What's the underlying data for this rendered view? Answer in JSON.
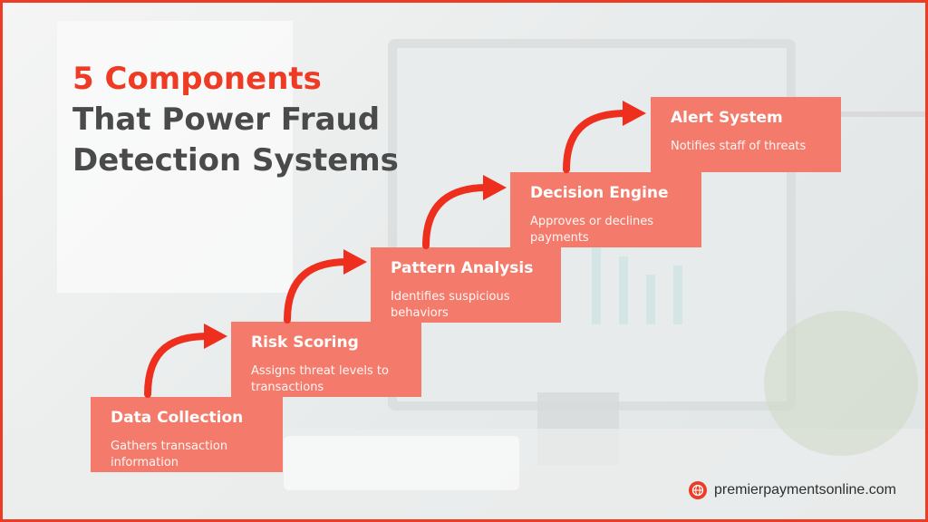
{
  "title": {
    "line1": "5 Components",
    "line2": "That Power Fraud",
    "line3": "Detection Systems"
  },
  "steps": [
    {
      "title": "Data Collection",
      "description": "Gathers transaction information"
    },
    {
      "title": "Risk Scoring",
      "description": "Assigns threat levels to transactions"
    },
    {
      "title": "Pattern Analysis",
      "description": "Identifies suspicious behaviors"
    },
    {
      "title": "Decision Engine",
      "description": "Approves or declines payments"
    },
    {
      "title": "Alert System",
      "description": "Notifies staff of threats"
    }
  ],
  "footer": {
    "website": "premierpaymentsonline.com",
    "icon": "globe-icon"
  },
  "colors": {
    "accent": "#ee3b24",
    "box": "#f47b6b",
    "heading": "#4a4a4a"
  }
}
